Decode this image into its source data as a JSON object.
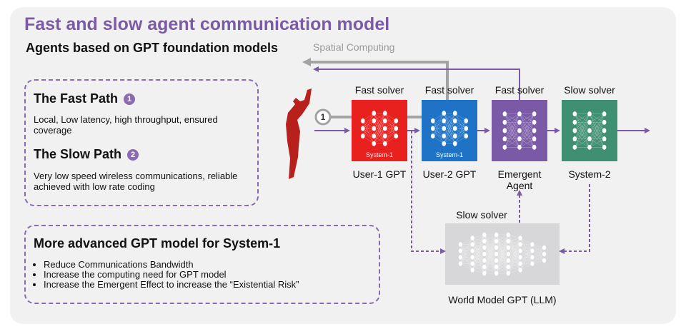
{
  "title": "Fast and slow agent communication model",
  "subtitle": "Agents based on GPT foundation models",
  "spatial_label": "Spatial Computing",
  "fast_path": {
    "heading": "The Fast Path",
    "badge": "1",
    "text": "Local, Low latency, high throughput, ensured coverage"
  },
  "slow_path": {
    "heading": "The Slow Path",
    "badge": "2",
    "text": "Very low speed wireless communications, reliable achieved with low rate coding"
  },
  "advanced": {
    "heading": "More advanced GPT model for System-1",
    "bullets": [
      "Reduce Communications Bandwidth",
      "Increase the computing need for GPT model",
      "Increase the Emergent Effect to increase the “Existential Risk”"
    ]
  },
  "marker_fast": "1",
  "blocks": [
    {
      "top_label": "Fast solver",
      "bottom_label": "User-1 GPT",
      "tag": "System-1",
      "color": "#e8201e"
    },
    {
      "top_label": "Fast solver",
      "bottom_label": "User-2 GPT",
      "tag": "System-1",
      "color": "#1e73c6"
    },
    {
      "top_label": "Fast solver",
      "bottom_label": "Emergent Agent",
      "tag": "",
      "color": "#7a5aa6"
    },
    {
      "top_label": "Slow solver",
      "bottom_label": "System-2",
      "tag": "",
      "color": "#3f8f72"
    }
  ],
  "world_model": {
    "top_label": "Slow solver",
    "bottom_label": "World Model GPT (LLM)",
    "color": "#d7d7d9"
  },
  "colors": {
    "accent": "#7b5aa6",
    "arrow_purple": "#7a5aa6",
    "arrow_gray": "#a3a3a3",
    "person": "#b8201c"
  }
}
